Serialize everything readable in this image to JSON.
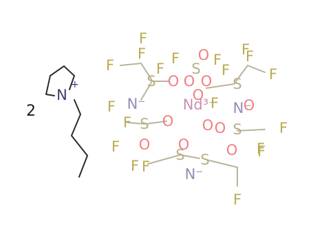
{
  "coefficient": "2",
  "cation": {
    "n_label": "N",
    "charge": "+"
  },
  "colors": {
    "F": "#b9ab52",
    "O": "#f08080",
    "S": "#b8b087",
    "N": "#8f8fb8",
    "Nd": "#c98fb0",
    "ring_N": "#3d3a6e"
  },
  "anion_atoms": [
    {
      "el": "F",
      "label": "F"
    },
    {
      "el": "F",
      "label": "F"
    },
    {
      "el": "F",
      "label": "F"
    },
    {
      "el": "S",
      "label": "S"
    },
    {
      "el": "O",
      "label": "O"
    },
    {
      "el": "O",
      "label": "O"
    },
    {
      "el": "N",
      "label": "N⁻"
    },
    {
      "el": "F",
      "label": "F"
    },
    {
      "el": "F",
      "label": "F"
    },
    {
      "el": "F",
      "label": "F"
    },
    {
      "el": "S",
      "label": "S"
    },
    {
      "el": "O",
      "label": "O"
    },
    {
      "el": "O",
      "label": "O"
    },
    {
      "el": "O",
      "label": "O"
    },
    {
      "el": "S",
      "label": "S"
    },
    {
      "el": "F",
      "label": "F"
    },
    {
      "el": "F",
      "label": "F"
    },
    {
      "el": "N",
      "label": "N⁻"
    },
    {
      "el": "Nd",
      "label": "Nd³⁺"
    },
    {
      "el": "O",
      "label": "O"
    },
    {
      "el": "O",
      "label": "O"
    },
    {
      "el": "O",
      "label": "O"
    },
    {
      "el": "S",
      "label": "S"
    },
    {
      "el": "F",
      "label": "F"
    },
    {
      "el": "F",
      "label": "F"
    },
    {
      "el": "F",
      "label": "F"
    },
    {
      "el": "N",
      "label": "N⁻"
    },
    {
      "el": "O",
      "label": "O"
    },
    {
      "el": "S",
      "label": "S"
    },
    {
      "el": "F",
      "label": "F"
    },
    {
      "el": "F",
      "label": "F"
    },
    {
      "el": "O",
      "label": "O"
    },
    {
      "el": "S",
      "label": "S"
    },
    {
      "el": "F",
      "label": "F"
    },
    {
      "el": "F",
      "label": "F"
    },
    {
      "el": "F",
      "label": "F"
    },
    {
      "el": "F",
      "label": "F"
    },
    {
      "el": "O",
      "label": "O"
    },
    {
      "el": "O",
      "label": "O"
    },
    {
      "el": "S",
      "label": "S"
    },
    {
      "el": "F",
      "label": "F"
    },
    {
      "el": "F",
      "label": "F"
    },
    {
      "el": "F",
      "label": "F"
    }
  ]
}
